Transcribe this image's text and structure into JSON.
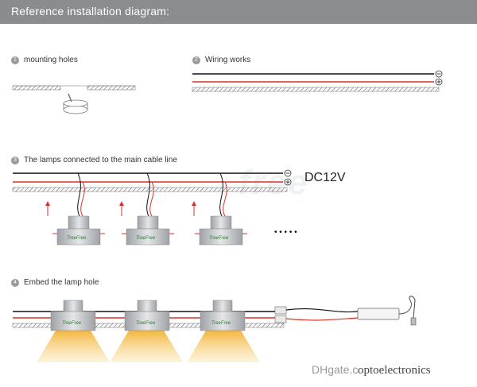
{
  "header": {
    "title": "Reference installation diagram:"
  },
  "steps": [
    {
      "number": "1",
      "label": "mounting holes"
    },
    {
      "number": "2",
      "label": "Wiring works"
    },
    {
      "number": "3",
      "label": "The lamps connected to the main cable line"
    },
    {
      "number": "4",
      "label": "Embed the lamp hole"
    }
  ],
  "polarity": {
    "minus": "−",
    "plus": "+"
  },
  "voltage_label": "DC12V",
  "ellipsis": "• • • • •",
  "lamp_brand": "TreeFree",
  "watermark": {
    "site": "DHgate.com",
    "brand": "optoelectronics",
    "bg_text": "free"
  },
  "colors": {
    "header_bg": "#8a8c8f",
    "wire_red": "#d9322a",
    "wire_black": "#111111",
    "ceiling_hatch": "#555555",
    "light_beam": "#f2b233",
    "lamp_body": "#c7cacd"
  }
}
